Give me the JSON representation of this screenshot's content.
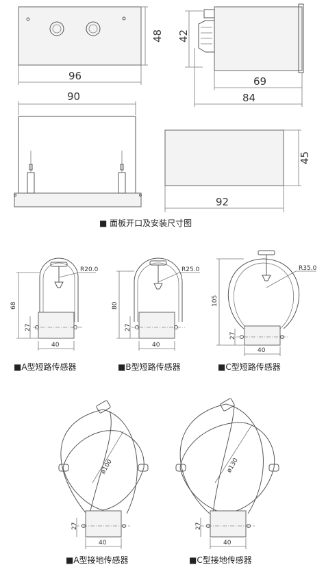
{
  "panel": {
    "front_width": "96",
    "front_height": "48",
    "side_depth": "69",
    "side_total": "84",
    "side_height": "42",
    "cutout_width": "90",
    "back_width": "92",
    "back_height": "45",
    "caption": "■ 面板开口及安装尺寸图"
  },
  "sensors": [
    {
      "caption": "■A型短路传感器",
      "radius": "R20.0",
      "height": "68",
      "base_h": "27",
      "base_w": "40"
    },
    {
      "caption": "■B型短路传感器",
      "radius": "R25.0",
      "height": "80",
      "base_h": "27",
      "base_w": "40"
    },
    {
      "caption": "■C型短路传感器",
      "radius": "R35.0",
      "height": "105",
      "base_h": "27",
      "base_w": "40"
    }
  ],
  "ground_sensors": [
    {
      "caption": "■A型接地传感器",
      "diameter": "ø100",
      "base_h": "27",
      "base_w": "40"
    },
    {
      "caption": "■C型接地传感器",
      "diameter": "ø130",
      "base_h": "27",
      "base_w": "40"
    }
  ]
}
